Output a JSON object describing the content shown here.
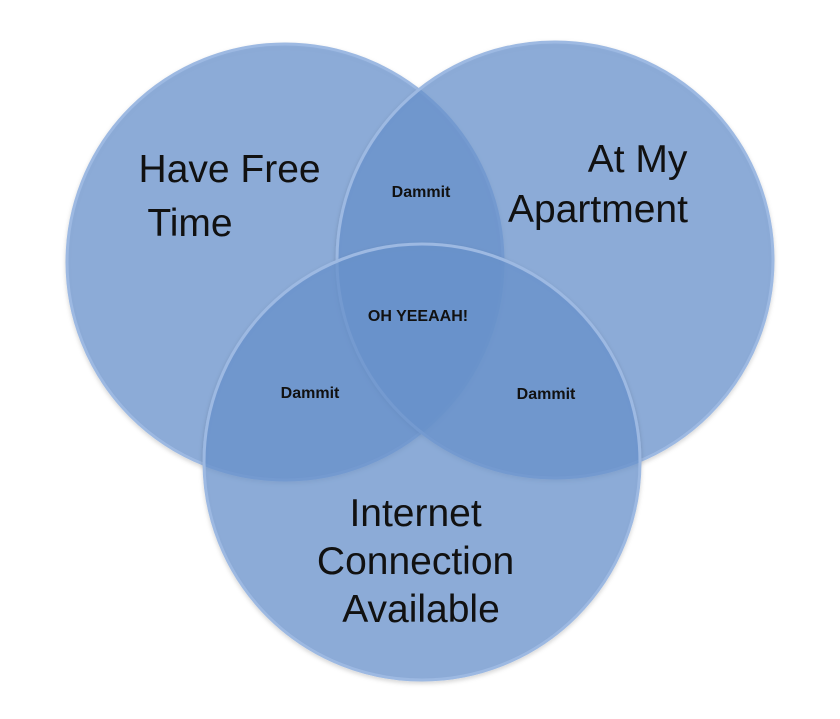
{
  "colors": {
    "circle_fill": "#6a93cf",
    "circle_stroke": "#9db9e2",
    "text": "#111111"
  },
  "circles": {
    "free_time": {
      "lines": [
        "Have Free",
        "Time"
      ]
    },
    "apartment": {
      "lines": [
        "At My",
        "Apartment"
      ]
    },
    "internet": {
      "lines": [
        "Internet",
        "Connection",
        "Available"
      ]
    }
  },
  "intersections": {
    "free_time_apartment": "Dammit",
    "free_time_internet": "Dammit",
    "apartment_internet": "Dammit",
    "all_three": "OH YEEAAH!"
  }
}
